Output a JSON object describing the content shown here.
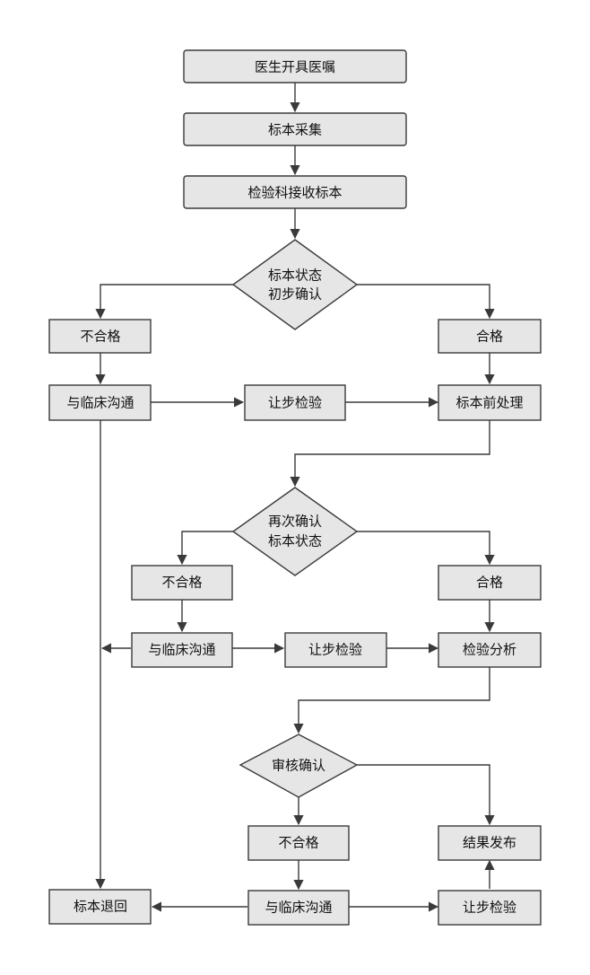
{
  "nodes": {
    "n1": "医生开具医嘱",
    "n2": "标本采集",
    "n3": "检验科接收标本",
    "d1_line1": "标本状态",
    "d1_line2": "初步确认",
    "reject1": "不合格",
    "accept1": "合格",
    "comm1": "与临床沟通",
    "concession1": "让步检验",
    "pretreat": "标本前处理",
    "d2_line1": "再次确认",
    "d2_line2": "标本状态",
    "reject2": "不合格",
    "accept2": "合格",
    "comm2": "与临床沟通",
    "concession2": "让步检验",
    "analysis": "检验分析",
    "d3": "审核确认",
    "reject3": "不合格",
    "release": "结果发布",
    "return": "标本退回",
    "comm3": "与临床沟通",
    "concession3": "让步检验"
  }
}
